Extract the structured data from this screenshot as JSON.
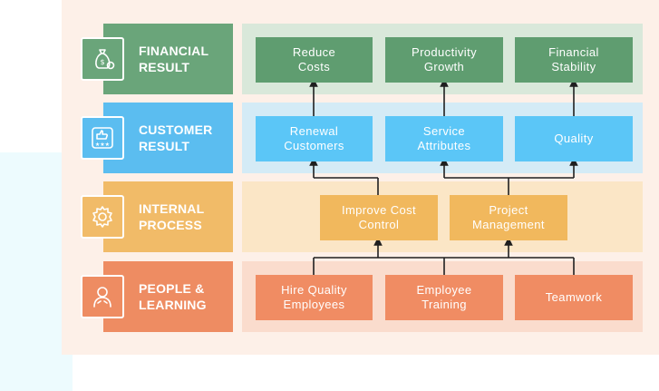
{
  "colors": {
    "financial_label": "#6aa57a",
    "financial_band": "#d9e8da",
    "financial_box": "#5f9d70",
    "customer_label": "#5bbdf0",
    "customer_band": "#d4ebf6",
    "customer_box": "#5bc6f7",
    "internal_label": "#f1bb68",
    "internal_band": "#fbe6c6",
    "internal_box": "#f1b85d",
    "people_label": "#ee8c62",
    "people_band": "#fadccd",
    "people_box": "#f08c63",
    "connector": "#1f1f1f"
  },
  "rows": {
    "financial": {
      "label": "FINANCIAL\nRESULT",
      "icon": "money-bag-icon"
    },
    "customer": {
      "label": "CUSTOMER\nRESULT",
      "icon": "thumbs-up-rating-icon"
    },
    "internal": {
      "label": "INTERNAL\nPROCESS",
      "icon": "gear-icon"
    },
    "people": {
      "label": "PEOPLE &\nLEARNING",
      "icon": "person-icon"
    }
  },
  "boxes": {
    "reduce_costs": "Reduce\nCosts",
    "productivity_growth": "Productivity\nGrowth",
    "financial_stability": "Financial\nStability",
    "renewal_customers": "Renewal\nCustomers",
    "service_attributes": "Service\nAttributes",
    "quality": "Quality",
    "improve_cost_control": "Improve Cost\nControl",
    "project_management": "Project\nManagement",
    "hire_quality_employees": "Hire Quality\nEmployees",
    "employee_training": "Employee\nTraining",
    "teamwork": "Teamwork"
  }
}
